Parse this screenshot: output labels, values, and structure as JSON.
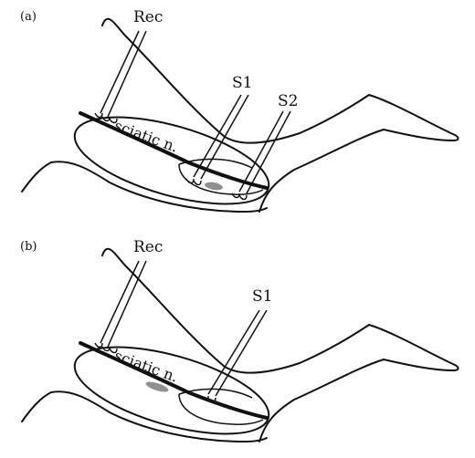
{
  "panels": [
    {
      "id": "a",
      "label": "(a)",
      "nerve_label": "sciatic n.",
      "electrodes": [
        "Rec",
        "S1",
        "S2"
      ]
    },
    {
      "id": "b",
      "label": "(b)",
      "nerve_label": "sciatic n.",
      "electrodes": [
        "Rec",
        "S1"
      ]
    }
  ],
  "colors": {
    "line": "#111111",
    "lesion": "#8f8f8f",
    "background": "#ffffff"
  }
}
